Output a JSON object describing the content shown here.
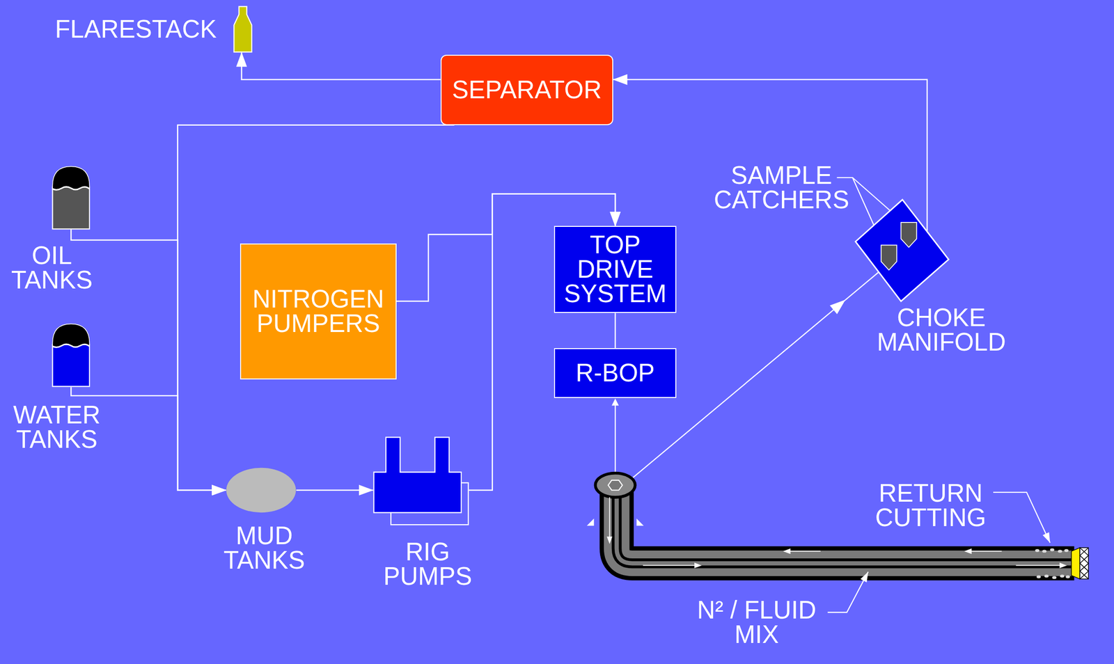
{
  "diagram": {
    "nodes": [
      {
        "text": [
          "FLARESTACK"
        ]
      },
      {
        "text": [
          "SEPARATOR"
        ]
      },
      {
        "text": [
          "OIL TANKS"
        ]
      },
      {
        "text": [
          "TOP DRIVE SYSTEM"
        ]
      },
      {
        "text": [
          "CHOKE MANIFOLD"
        ]
      },
      {
        "text": [
          "NITROGEN PUMPERS"
        ]
      },
      {
        "text": [
          "R-BOP"
        ]
      },
      {
        "text": [
          "WATER TANKS"
        ]
      },
      {
        "text": [
          "MUD TANKS"
        ]
      },
      {
        "text": [
          "RIG PUMPS"
        ]
      }
    ],
    "edges": [
      {
        "from": 1,
        "to": 0,
        "arrow": "to"
      },
      {
        "from": 4,
        "to": 1,
        "arrow": "to"
      },
      {
        "from": 1,
        "to": 8,
        "arrow": "to"
      },
      {
        "from": 2,
        "to": 8,
        "arrow": "to"
      },
      {
        "from": 7,
        "to": 8,
        "arrow": "to"
      },
      {
        "from": 8,
        "to": 9,
        "arrow": "to"
      },
      {
        "from": 9,
        "to": 3,
        "arrow": "to"
      },
      {
        "from": 5,
        "to": 3,
        "arrow": "to"
      },
      {
        "from": 3,
        "to": 6,
        "arrow": "none"
      }
    ],
    "labels": [
      "SAMPLE CATCHERS",
      "RETURN CUTTING",
      "N² / FLUID MIX"
    ]
  }
}
